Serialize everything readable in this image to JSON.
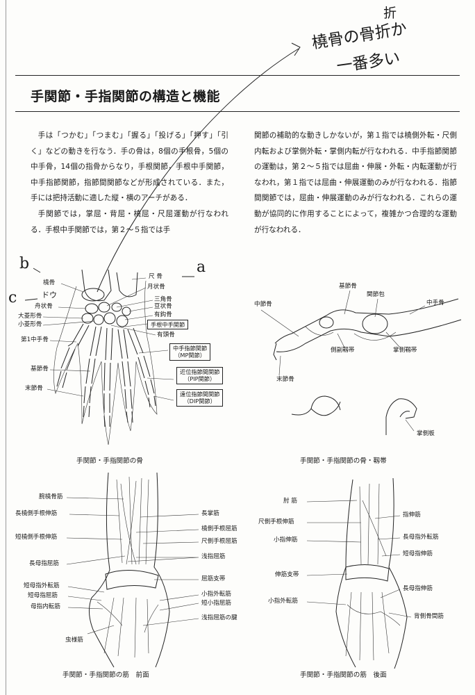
{
  "title": "手関節・手指関節の構造と機能",
  "paragraphs_left": [
    "手は「つかむ」「つまむ」「握る」「投げる」「押す」「引く」などの動きを行なう．手の骨は，8個の手根骨，5個の中手骨，14個の指骨からなり，手根関節，手根中手関節，中手指節関節，指節間関節などが形成されている．また，手には把持活動に適した縦・横のアーチがある．",
    "手関節では，掌屈・背屈・橈屈・尺屈運動が行なわれる．手根中手関節では，第２～５指では手"
  ],
  "paragraph_right": "関節の補助的な動きしかないが，第１指では橈側外転・尺側内転および掌側外転・掌側内転が行なわれる．中手指節関節の運動は，第２～５指では屈曲・伸展・外転・内転運動が行なわれ，第１指では屈曲・伸展運動のみが行なわれる．指節間関節では，屈曲・伸展運動のみが行なわれる．これらの運動が協同的に作用することによって，複雑かつ合理的な運動が行なわれる．",
  "annotations": {
    "note_line1": "橈骨の骨折か",
    "note_line2": "一番多い",
    "note_extra": "折",
    "letter_a": "a",
    "letter_b": "b",
    "letter_c": "c",
    "small_mark": "ドウ"
  },
  "fig1": {
    "caption": "手関節・手指関節の骨",
    "labels": {
      "radius": "橈骨",
      "scaphoid": "舟状骨",
      "trapezium": "大菱形骨",
      "trapezoid": "小菱形骨",
      "metacarpal1": "第1中手骨",
      "proximal_phalanx": "基節骨",
      "distal_phalanx": "末節骨",
      "ulna": "尺 骨",
      "lunate": "月状骨",
      "triquetrum": "三角骨",
      "pisiform": "豆状骨",
      "hamate": "有鈎骨",
      "capitate": "有頭骨"
    },
    "boxes": {
      "cmc": "手根中手関節",
      "mp_1": "中手指節関節",
      "mp_2": "（MP関節）",
      "pip_1": "近位指節間関節",
      "pip_2": "（PIP関節）",
      "dip_1": "遠位指節間関節",
      "dip_2": "（DIP関節）"
    }
  },
  "fig2": {
    "caption": "手関節・手指関節の骨・靱帯",
    "labels": {
      "proximal_phalanx": "基節骨",
      "capsule": "関節包",
      "metacarpal": "中手骨",
      "middle_phalanx": "中節骨",
      "collateral": "側副靱帯",
      "palmar_lig": "掌側靱帯",
      "distal_phalanx": "末節骨",
      "volar_plate": "掌側板"
    }
  },
  "fig3": {
    "caption": "手関節・手指関節の筋　前面",
    "labels_left": [
      "腕橈骨筋",
      "長橈側手根伸筋",
      "短橈側手根伸筋",
      "長母指屈筋",
      "短母指外転筋",
      "短母指屈筋",
      "母指内転筋",
      "虫様筋"
    ],
    "labels_right": [
      "長掌筋",
      "橈側手根屈筋",
      "尺側手根屈筋",
      "浅指屈筋",
      "屈筋支帯",
      "小指外転筋",
      "短小指屈筋",
      "浅指屈筋の腱"
    ]
  },
  "fig4": {
    "caption": "手関節・手指関節の筋　後面",
    "labels_left": [
      "肘 筋",
      "尺側手根伸筋",
      "小指伸筋",
      "伸筋支帯",
      "小指外転筋"
    ],
    "labels_right": [
      "指伸筋",
      "長母指外転筋",
      "短母指伸筋",
      "長母指伸筋",
      "背側骨間筋"
    ]
  }
}
